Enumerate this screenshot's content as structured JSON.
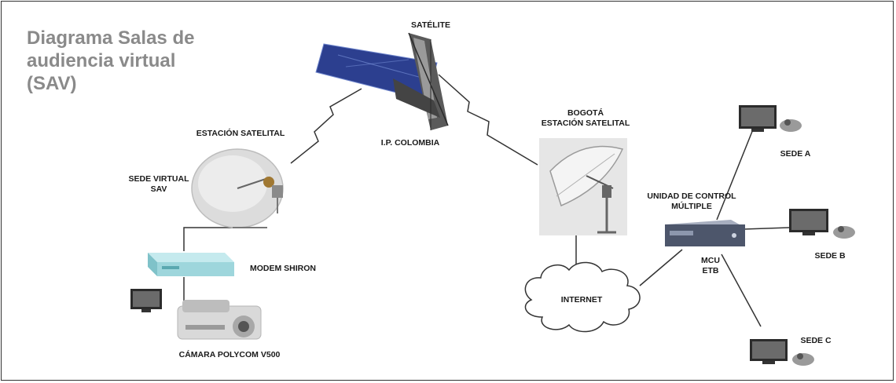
{
  "title": "Diagrama Salas de\naudiencia virtual\n(SAV)",
  "labels": {
    "satellite": "SATÉLITE",
    "ip_colombia": "I.P. COLOMBIA",
    "ground_station": "ESTACIÓN SATELITAL",
    "virtual_site": "SEDE VIRTUAL\nSAV",
    "modem": "MODEM SHIRON",
    "camera": "CÁMARA POLYCOM V500",
    "bogota_station": "BOGOTÁ\nESTACIÓN SATELITAL",
    "internet": "INTERNET",
    "mcu_title": "UNIDAD DE CONTROL\nMÚLTIPLE",
    "mcu": "MCU\nETB",
    "site_a": "SEDE A",
    "site_b": "SEDE B",
    "site_c": "SEDE C"
  },
  "colors": {
    "title": "#8a8a8a",
    "panel": "#2c3f8f",
    "modem": "#9ed6dc",
    "line": "#333333"
  }
}
